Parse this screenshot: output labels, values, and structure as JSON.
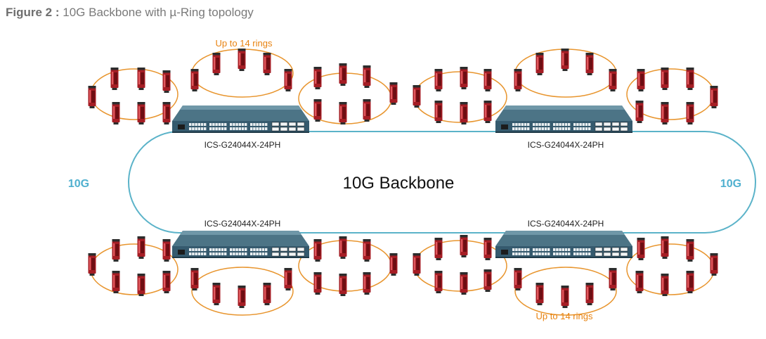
{
  "caption": {
    "label": "Figure 2 :",
    "title": "10G Backbone with µ-Ring topology"
  },
  "backbone": {
    "center_label": "10G Backbone",
    "left_speed": "10G",
    "right_speed": "10G",
    "line_color": "#5bb3c9",
    "speed_color": "#4fb0cf"
  },
  "switches": [
    {
      "model": "ICS-G24044X-24PH"
    },
    {
      "model": "ICS-G24044X-24PH"
    },
    {
      "model": "ICS-G24044X-24PH"
    },
    {
      "model": "ICS-G24044X-24PH"
    }
  ],
  "ring_notes": {
    "top": "Up to 14 rings",
    "bottom": "Up to 14 rings",
    "color": "#e8820f"
  },
  "colors": {
    "ring": "#e8952e",
    "switch_body": "#355a6e",
    "device_red": "#b8232b"
  }
}
